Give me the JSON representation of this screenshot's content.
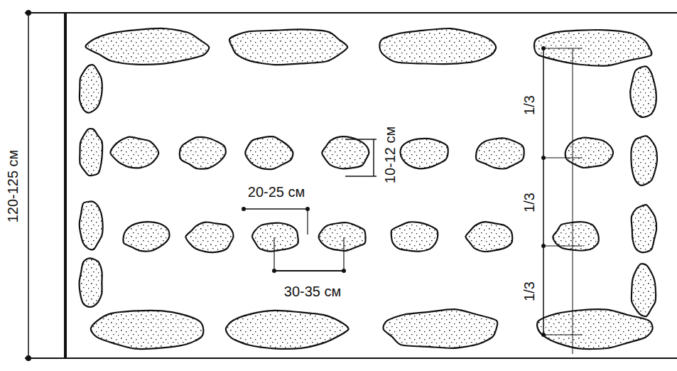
{
  "diagram": {
    "labels": [
      "120-125 см",
      "10-12 см",
      "20-25 см",
      "30-35 см",
      "1/3",
      "1/3",
      "1/3"
    ]
  }
}
